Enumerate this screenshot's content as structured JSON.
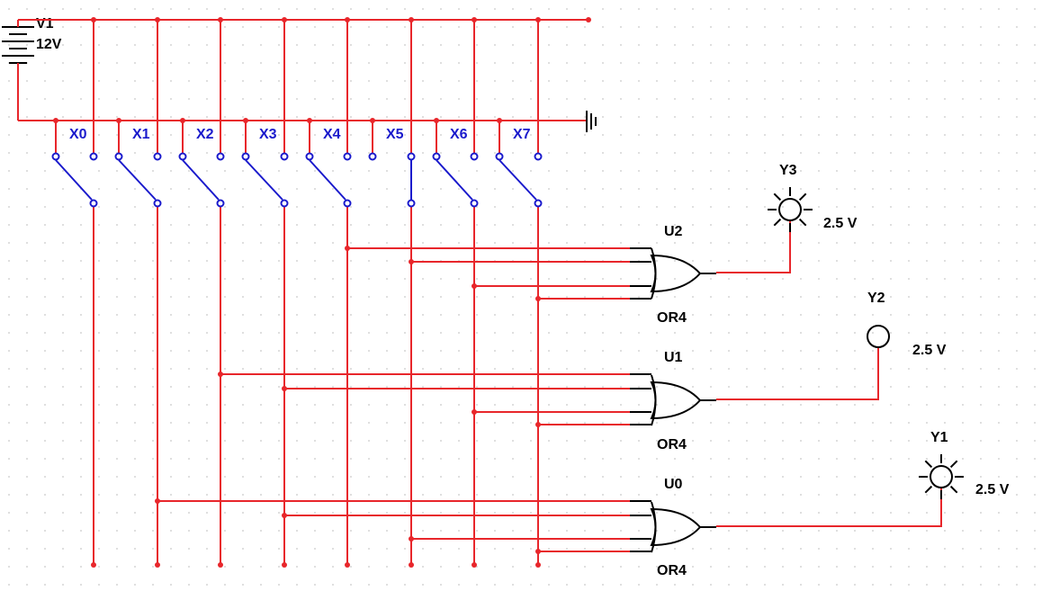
{
  "colors": {
    "wire": "#e8262b",
    "switch": "#1a1acc",
    "component": "#000000",
    "grid": "#c8c8c8"
  },
  "source": {
    "name": "V1",
    "value": "12V"
  },
  "switches": [
    "X0",
    "X1",
    "X2",
    "X3",
    "X4",
    "X5",
    "X6",
    "X7"
  ],
  "gates": [
    {
      "name": "U2",
      "type": "OR4"
    },
    {
      "name": "U1",
      "type": "OR4"
    },
    {
      "name": "U0",
      "type": "OR4"
    }
  ],
  "probes": [
    {
      "name": "Y3",
      "value": "2.5 V",
      "icon": "probe-lamp-lit-icon"
    },
    {
      "name": "Y2",
      "value": "2.5 V",
      "icon": "probe-lamp-off-icon"
    },
    {
      "name": "Y1",
      "value": "2.5 V",
      "icon": "probe-lamp-lit-icon"
    }
  ]
}
